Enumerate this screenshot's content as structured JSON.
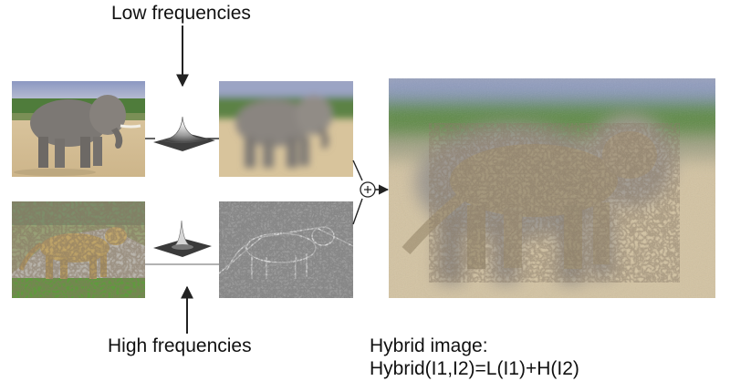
{
  "labels": {
    "low": "Low frequencies",
    "high": "High frequencies"
  },
  "formula": {
    "line1": "Hybrid image:",
    "line2": "Hybrid(I1,I2)=L(I1)+H(I2)"
  },
  "colors": {
    "sky": "#9ca7c8",
    "foliage": "#4e7a3a",
    "ground": "#d9c7a2",
    "elephant": "#7f7b78",
    "leopard": "#b3985f",
    "spots": "#4a3a28",
    "highpass_bg": "#8a8a8a",
    "arrow": "#222222"
  },
  "icons": {
    "adder": "plus-circle-icon",
    "lowpass": "gaussian-surface-icon",
    "highpass": "laplacian-spike-icon"
  }
}
